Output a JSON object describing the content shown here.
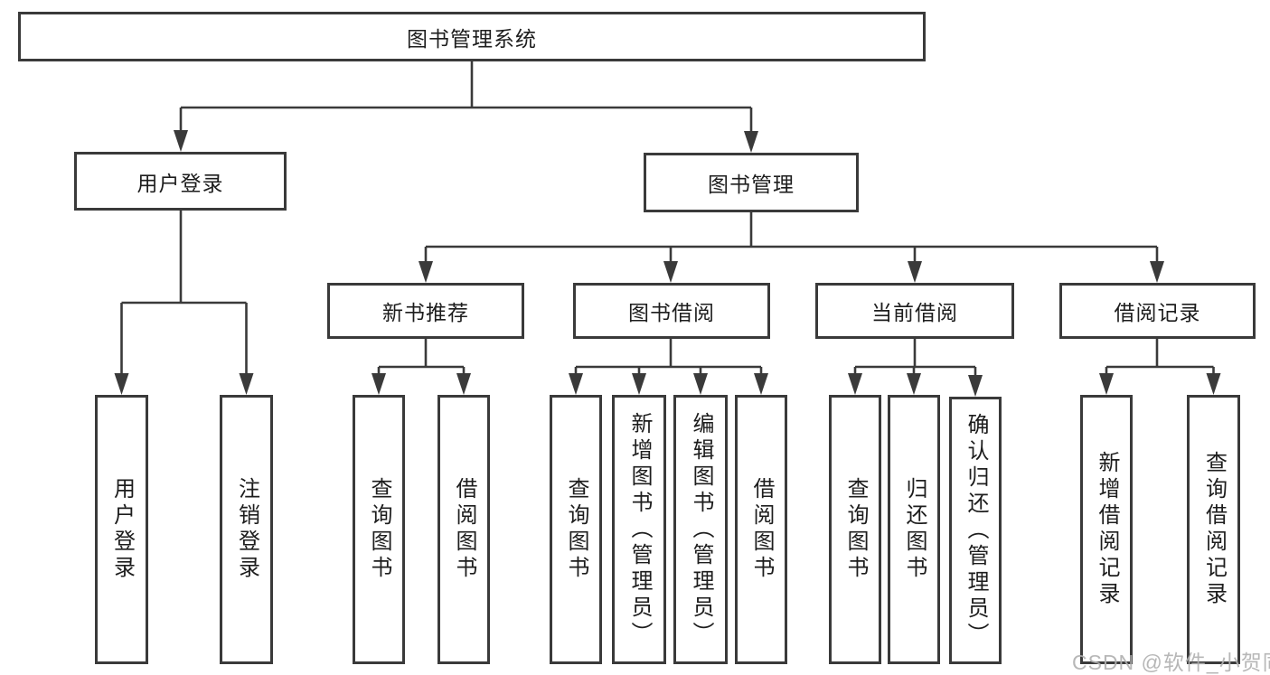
{
  "diagram": {
    "nodes": {
      "root": "图书管理系统",
      "user_login": "用户登录",
      "book_mgmt": "图书管理",
      "new_book": "新书推荐",
      "book_borrow": "图书借阅",
      "current_borrow": "当前借阅",
      "borrow_record": "借阅记录",
      "user_login_children": [
        "用户登录",
        "注销登录"
      ],
      "new_book_children": [
        "查询图书",
        "借阅图书"
      ],
      "book_borrow_children": [
        "查询图书",
        "新增图书（管理员）",
        "编辑图书（管理员）",
        "借阅图书"
      ],
      "current_borrow_children": [
        "查询图书",
        "归还图书",
        "确认归还（管理员）"
      ],
      "borrow_record_children": [
        "新增借阅记录",
        "查询借阅记录"
      ]
    },
    "watermark": "CSDN @软件_小贺同学",
    "colors": {
      "line": "#3a3a3a",
      "text": "#1d1d1d",
      "background": "#ffffff",
      "watermark": "#b0b0b0"
    }
  }
}
